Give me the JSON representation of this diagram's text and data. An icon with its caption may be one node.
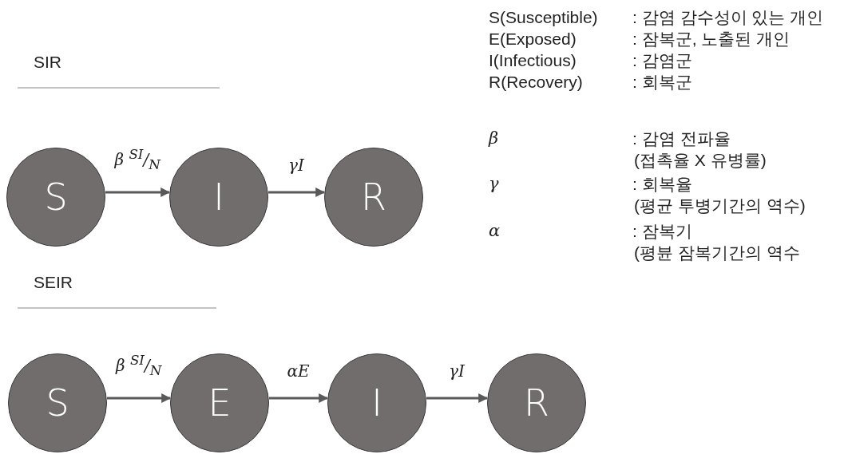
{
  "diagram": {
    "nodes": [
      {
        "text": [
          "S"
        ]
      },
      {
        "text": [
          "I"
        ]
      },
      {
        "text": [
          "R"
        ]
      },
      {
        "text": [
          "S"
        ]
      },
      {
        "text": [
          "E"
        ]
      },
      {
        "text": [
          "I"
        ]
      },
      {
        "text": [
          "R"
        ]
      }
    ],
    "edges": [
      {
        "from": 0,
        "to": 1,
        "arrow": "to",
        "label": "β $^{SI}$/$_{N}$"
      },
      {
        "from": 1,
        "to": 2,
        "arrow": "to",
        "label": "γI"
      },
      {
        "from": 3,
        "to": 4,
        "arrow": "to",
        "label": "β $^{SI}$/$_{N}$"
      },
      {
        "from": 4,
        "to": 5,
        "arrow": "to",
        "label": "αE"
      },
      {
        "from": 5,
        "to": 6,
        "arrow": "to",
        "label": "γI"
      }
    ],
    "labels": [
      "S(Susceptible)",
      ": 감염 감수성이 있는 개인",
      "E(Exposed)",
      ": 잠복군, 노출된 개인",
      "I(Infectious)",
      ": 감염군",
      "R(Recovery)",
      ": 회복군",
      "β",
      ": 감염 전파율 (접촉율 X 유병률)",
      "γ",
      ": 회복율 (평균 투병기간의 역수)",
      "α",
      ": 잠복기 (평뷴 잠복기간의 역수",
      "SIR",
      "SEIR"
    ]
  }
}
